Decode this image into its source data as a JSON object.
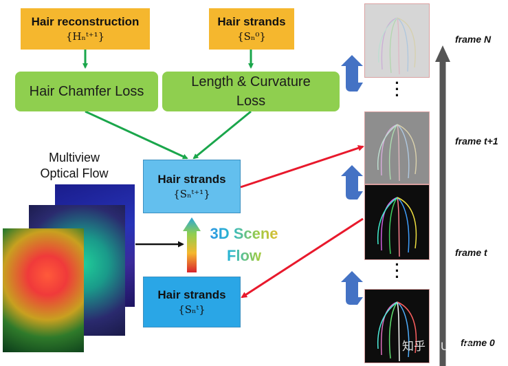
{
  "boxes": {
    "hair_reconstruction": {
      "title": "Hair reconstruction",
      "math": "{Hₙᵗ⁺¹}"
    },
    "hair_strands_init": {
      "title": "Hair strands",
      "math": "{Sₙ⁰}"
    },
    "chamfer_loss": {
      "label": "Hair Chamfer Loss"
    },
    "length_curvature_loss": {
      "line1": "Length & Curvature",
      "line2": "Loss"
    },
    "hair_strands_next": {
      "title": "Hair strands",
      "math": "{Sₙᵗ⁺¹}"
    },
    "hair_strands_current": {
      "title": "Hair strands",
      "math": "{Sₙᵗ}"
    }
  },
  "optical_flow_label": {
    "line1": "Multiview",
    "line2": "Optical Flow"
  },
  "scene_flow_label": {
    "line1": "3D Scene",
    "line2": "Flow"
  },
  "frame_labels": {
    "frame_n": "frame N",
    "frame_t1": "frame t+1",
    "frame_t": "frame t",
    "frame_0": "frame 0"
  },
  "watermark": "知乎 @Ubn六",
  "colors": {
    "orange": "#f5b72e",
    "green": "#8fcf4f",
    "blue": "#63bfee",
    "green_arrow": "#1aa64b",
    "red_arrow": "#e8192c",
    "loop_arrow": "#4472c4",
    "timeline": "#555555"
  }
}
